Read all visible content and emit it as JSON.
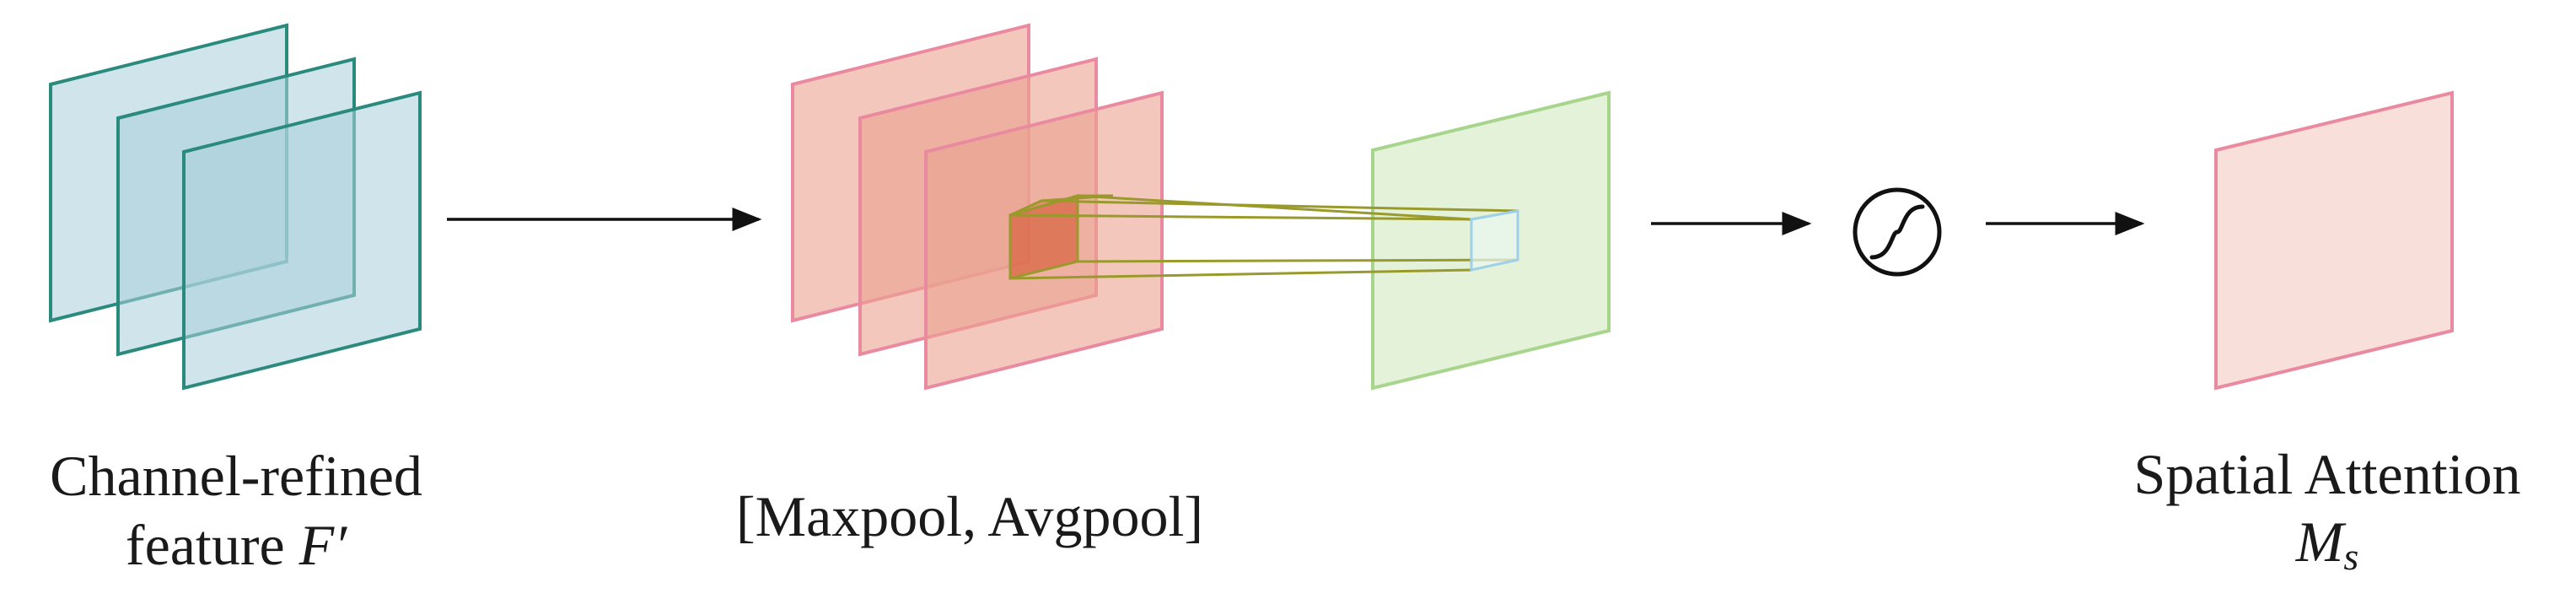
{
  "labels": {
    "input_line1": "Channel-refined",
    "input_line2_prefix": "feature ",
    "input_symbol": "F′",
    "pool": "[Maxpool, Avgpool]",
    "output_line1": "Spatial Attention",
    "output_symbol": "M",
    "output_subscript": "s"
  },
  "icons": {
    "activation": "sigmoid-icon"
  },
  "colors": {
    "input_fill": "#a9cfdb",
    "input_stroke": "#2a8a7e",
    "pool_fill": "#eba18f",
    "pool_stroke": "#ea8aa0",
    "conv_map_fill": "#dcefd0",
    "conv_map_stroke": "#a8d58c",
    "kernel_fill": "#d9613e",
    "kernel_line": "#9a9a2c",
    "kernel_target": "#9fd0e8",
    "output_fill": "#f6d7cf",
    "output_stroke": "#ea8aa0",
    "arrow": "#111111"
  }
}
